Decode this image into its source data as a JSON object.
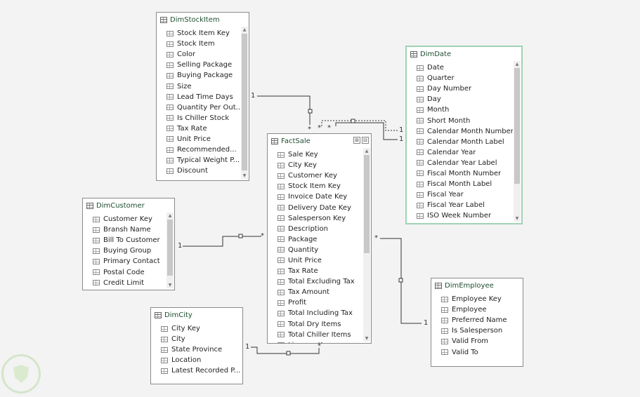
{
  "tables": [
    {
      "id": "stock",
      "name": "DimStockItem",
      "selected": false,
      "columns": [
        "Stock Item Key",
        "Stock Item",
        "Color",
        "Selling Package",
        "Buying Package",
        "Size",
        "Lead Time Days",
        "Quantity Per Out...",
        "Is Chiller Stock",
        "Tax Rate",
        "Unit Price",
        "Recommended...",
        "Typical Weight P...",
        "Discount"
      ]
    },
    {
      "id": "date",
      "name": "DimDate",
      "selected": true,
      "columns": [
        "Date",
        "Quarter",
        "Day Number",
        "Day",
        "Month",
        "Short Month",
        "Calendar Month Number",
        "Calendar Month Label",
        "Calendar Year",
        "Calendar Year Label",
        "Fiscal Month Number",
        "Fiscal Month Label",
        "Fiscal Year",
        "Fiscal Year Label",
        "ISO Week Number"
      ]
    },
    {
      "id": "fact",
      "name": "FactSale",
      "selected": false,
      "columns": [
        "Sale Key",
        "City Key",
        "Customer Key",
        "Stock Item Key",
        "Invoice Date Key",
        "Delivery Date Key",
        "Salesperson Key",
        "Description",
        "Package",
        "Quantity",
        "Unit Price",
        "Tax Rate",
        "Total Excluding Tax",
        "Tax Amount",
        "Profit",
        "Total Including Tax",
        "Total Dry Items",
        "Total Chiller Items",
        "Lineage Key"
      ]
    },
    {
      "id": "customer",
      "name": "DimCustomer",
      "selected": false,
      "columns": [
        "Customer Key",
        "Bransh Name",
        "Bill To Customer",
        "Buying Group",
        "Primary Contact",
        "Postal Code",
        "Credit Limit"
      ]
    },
    {
      "id": "employee",
      "name": "DimEmployee",
      "selected": false,
      "columns": [
        "Employee Key",
        "Employee",
        "Preferred Name",
        "Is Salesperson",
        "Valid From",
        "Valid To"
      ]
    },
    {
      "id": "city",
      "name": "DimCity",
      "selected": false,
      "columns": [
        "City Key",
        "City",
        "State Province",
        "Location",
        "Latest Recorded P..."
      ]
    }
  ],
  "relationships": [
    {
      "id": "stock-fact",
      "one_label": "1",
      "many_label": "*"
    },
    {
      "id": "date-fact-active",
      "one_label": "1",
      "many_label": "*"
    },
    {
      "id": "date-fact-inactive",
      "one_label": "1",
      "many_label": "*"
    },
    {
      "id": "customer-fact",
      "one_label": "1",
      "many_label": "*"
    },
    {
      "id": "employee-fact",
      "one_label": "1",
      "many_label": "*"
    },
    {
      "id": "city-fact",
      "one_label": "1",
      "many_label": "*"
    }
  ],
  "colors": {
    "title": "#1e4e30",
    "selected_border": "#9fd3b4",
    "connector": "#333333"
  }
}
